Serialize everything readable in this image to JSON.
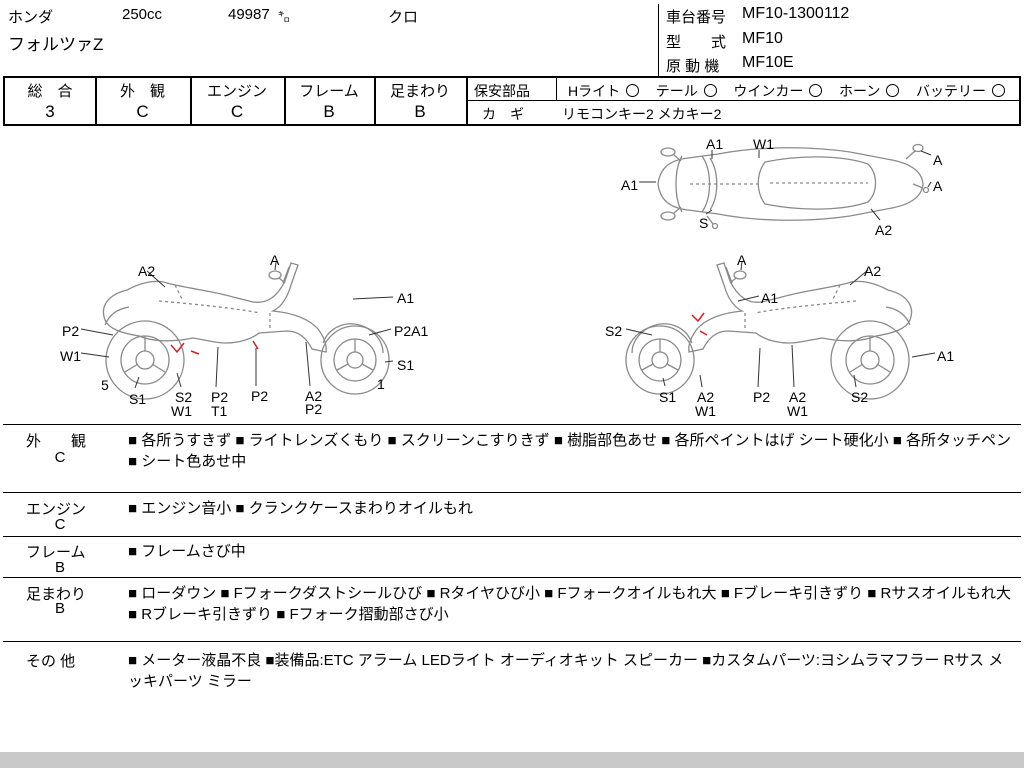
{
  "header": {
    "maker": "ホンダ",
    "displacement": "250cc",
    "mileage": "49987",
    "mileage_unit": "㌔",
    "color": "クロ",
    "model_name": "フォルツァZ",
    "chassis_label": "車台番号",
    "chassis_value": "MF10-1300112",
    "model_code_label": "型　　式",
    "model_code_value": "MF10",
    "engine_code_label": "原 動 機",
    "engine_code_value": "MF10E"
  },
  "grade_bar": {
    "cells": [
      {
        "label": "総　合",
        "value": "3"
      },
      {
        "label": "外　観",
        "value": "C"
      },
      {
        "label": "エンジン",
        "value": "C"
      },
      {
        "label": "フレーム",
        "value": "B"
      },
      {
        "label": "足まわり",
        "value": "B"
      }
    ],
    "safety": {
      "label": "保安部品",
      "items": [
        "Hライト",
        "テール",
        "ウインカー",
        "ホーン",
        "バッテリー"
      ]
    },
    "keys": {
      "label": "カ　ギ",
      "value": "リモコンキー2 メカキー2"
    }
  },
  "diagram": {
    "labels": [
      "A1",
      "W1",
      "A",
      "A1",
      "A",
      "S",
      "A2",
      "A",
      "A2",
      "A1",
      "P2",
      "P2A1",
      "W1",
      "S1",
      "5",
      "S1",
      "S2",
      "W1",
      "P2",
      "T1",
      "P2",
      "A2",
      "P2",
      "1",
      "A",
      "A2",
      "A1",
      "S2",
      "A1",
      "S1",
      "A2",
      "W1",
      "P2",
      "A2",
      "W1",
      "S2"
    ]
  },
  "conditions": [
    {
      "label": "外　　観",
      "grade": "C",
      "text": "■ 各所うすきず ■ ライトレンズくもり ■ スクリーンこすりきず ■ 樹脂部色あせ ■ 各所ペイントはげ シート硬化小 ■ 各所タッチペン ■ シート色あせ中"
    },
    {
      "label": "エンジン",
      "grade": "C",
      "text": "■ エンジン音小 ■ クランクケースまわりオイルもれ"
    },
    {
      "label": "フレーム",
      "grade": "B",
      "text": "■ フレームさび中"
    },
    {
      "label": "足まわり",
      "grade": "B",
      "text": "■ ローダウン ■ Fフォークダストシールひび ■ Rタイヤひび小 ■ Fフォークオイルもれ大 ■ Fブレーキ引きずり ■ Rサスオイルもれ大 ■ Rブレーキ引きずり ■ Fフォーク摺動部さび小"
    },
    {
      "label": "その 他",
      "grade": "",
      "text": "■ メーター液晶不良 ■装備品:ETC アラーム LEDライト オーディオキット スピーカー ■カスタムパーツ:ヨシムラマフラー Rサス メッキパーツ ミラー"
    }
  ]
}
